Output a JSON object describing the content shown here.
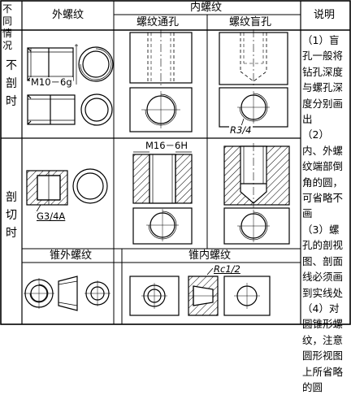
{
  "headers": {
    "situation": "不同情况",
    "external": "外螺纹",
    "internal": "内螺纹",
    "through_hole": "螺纹通孔",
    "blind_hole": "螺纹盲孔",
    "notes": "说明"
  },
  "rows": {
    "not_sectioned": "不剖时",
    "sectioned": "剖切时"
  },
  "sub_headers": {
    "tapered_external": "锥外螺纹",
    "tapered_internal": "锥内螺纹"
  },
  "labels": {
    "ext_thread": "M10－6g",
    "blind_r": "R3/4",
    "int_thread": "M16－6H",
    "pipe_thread": "G3/4A",
    "taper_thread": "Rc1/2"
  },
  "notes": [
    "（1）盲孔一般将钻孔深度与螺孔深度分别画出",
    "（2）内、外螺纹端部倒角的圆，可省略不画",
    "（3）螺孔的剖视图、剖面线必须画到实线处",
    "（4）对圆锥形螺纹，注意圆形视图上所省略的圆"
  ]
}
